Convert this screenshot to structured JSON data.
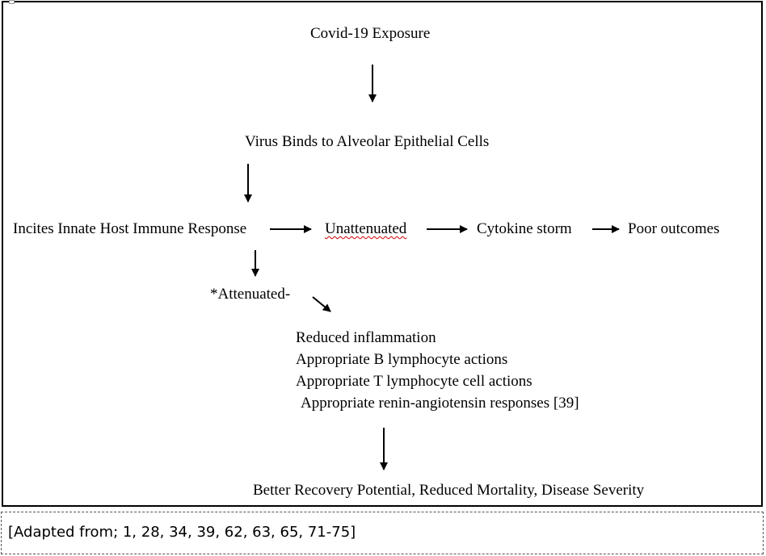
{
  "nodes": {
    "exposure": "Covid-19 Exposure",
    "binds": "Virus Binds to Alveolar Epithelial Cells",
    "innate": "Incites Innate Host Immune Response",
    "unattenuated": "Unattenuated",
    "cytokine": "Cytokine storm",
    "poor": "Poor outcomes",
    "attenuated": "*Attenuated-",
    "effects": [
      "Reduced inflammation",
      "Appropriate B lymphocyte actions",
      "Appropriate T lymphocyte cell actions",
      "Appropriate renin-angiotensin responses [39]"
    ],
    "recovery": "Better Recovery Potential, Reduced Mortality, Disease Severity"
  },
  "caption": "[Adapted from; 1, 28, 34, 39, 62, 63, 65, 71-75]"
}
